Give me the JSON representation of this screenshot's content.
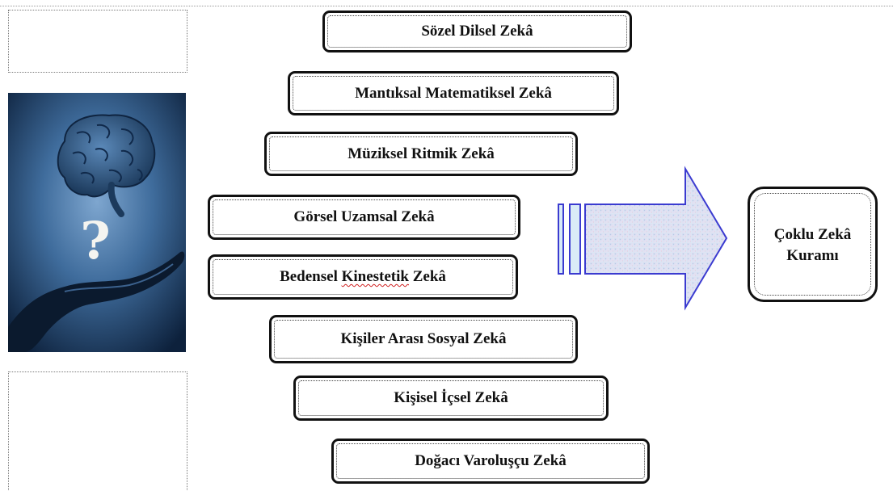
{
  "intelligences": [
    {
      "label": "Sözel Dilsel Zekâ"
    },
    {
      "label": "Mantıksal Matematiksel Zekâ"
    },
    {
      "label": "Müziksel Ritmik Zekâ"
    },
    {
      "label": "Görsel Uzamsal Zekâ"
    },
    {
      "label": "Bedensel Kinestetik Zekâ",
      "label_pre": "Bedensel ",
      "label_sq": "Kinestetik",
      "label_post": " Zekâ"
    },
    {
      "label": "Kişiler Arası Sosyal Zekâ"
    },
    {
      "label": "Kişisel İçsel Zekâ"
    },
    {
      "label": "Doğacı Varoluşçu Zekâ"
    }
  ],
  "result": {
    "line1": "Çoklu Zekâ",
    "line2": "Kuramı"
  },
  "photo": {
    "icon": "brain-question-hand",
    "glyph": "?"
  },
  "colors": {
    "photo_bg": "#1b3a60",
    "arrow_stroke": "#3b3bd0",
    "arrow_fill": "#d9ecf7"
  }
}
